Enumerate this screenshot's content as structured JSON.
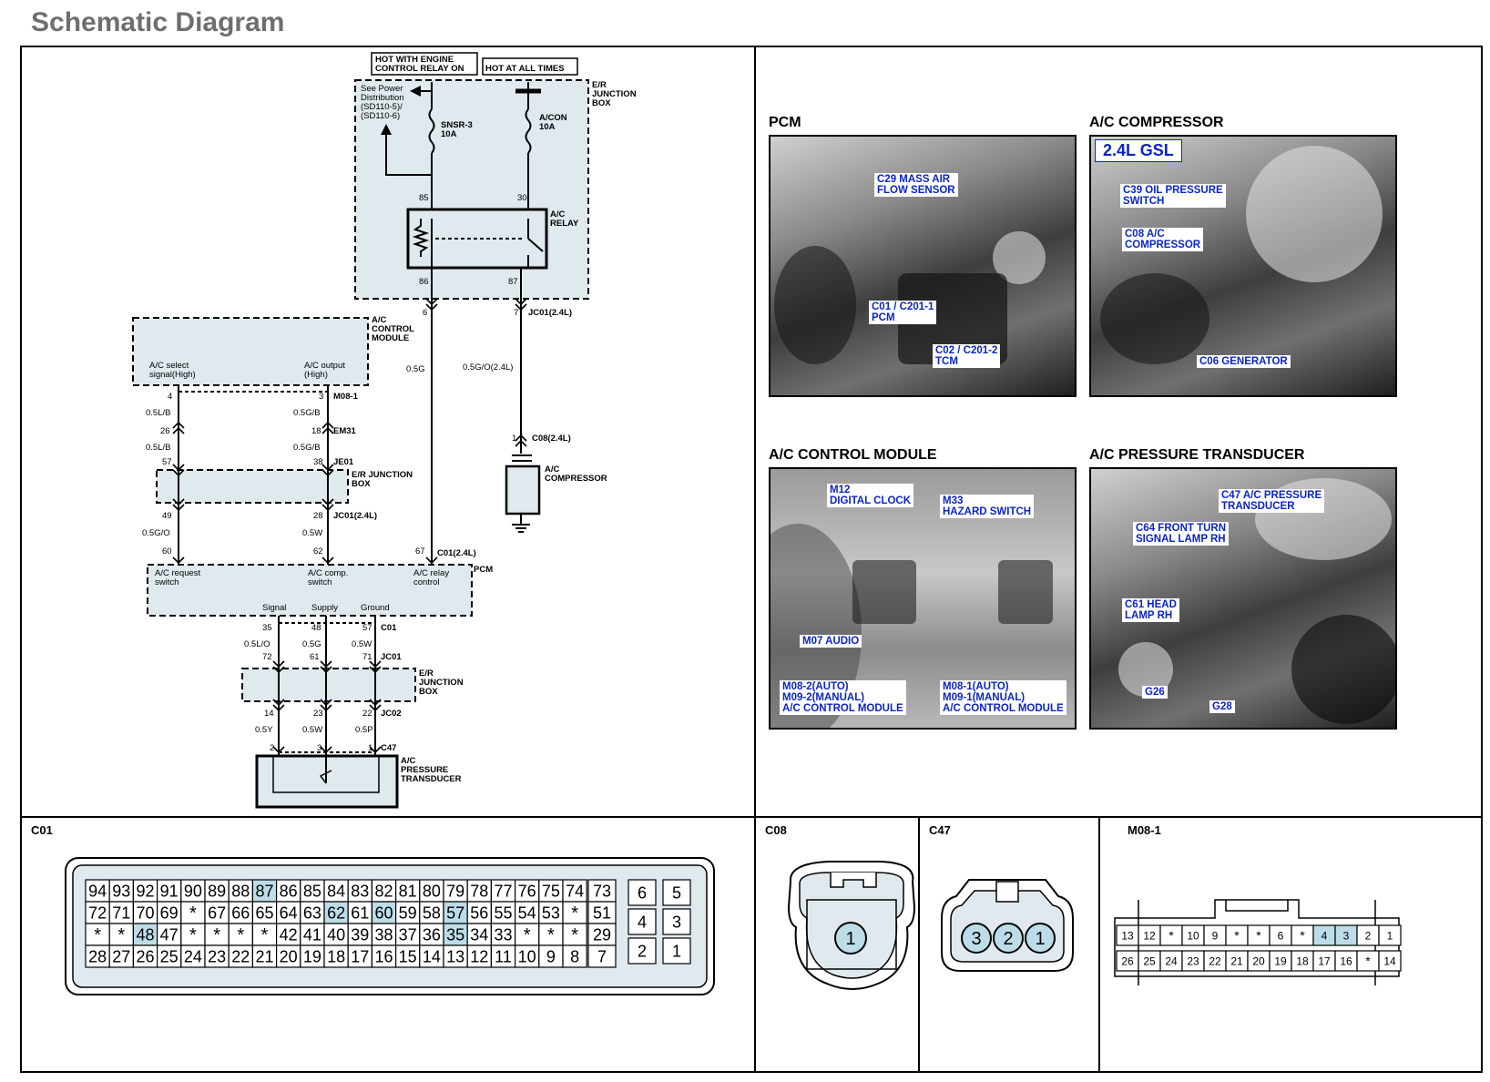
{
  "page": {
    "title": "Schematic Diagram"
  },
  "colors": {
    "shaded": "#dfe9ee",
    "pin_highlight": "#bcdde8",
    "callout_text": "#0b24c8"
  },
  "schematic": {
    "power_labels": [
      "HOT WITH ENGINE\nCONTROL RELAY ON",
      "HOT AT ALL TIMES"
    ],
    "junction_box_label": "E/R\nJUNCTION\nBOX",
    "see_power_note": "See Power\nDistribution\n(SD110-5)/\n(SD110-6)",
    "fuses": [
      "SNSR-3\n10A",
      "A/CON\n10A"
    ],
    "relay_label": "A/C\nRELAY",
    "relay_pins": [
      "85",
      "30",
      "86",
      "87"
    ],
    "control_module_label": "A/C\nCONTROL\nMODULE",
    "control_module_terminals": [
      "A/C select\nsignal(High)",
      "A/C output\n(High)"
    ],
    "pcm_label": "PCM",
    "pcm_terminals": [
      "A/C request\nswitch",
      "A/C comp.\nswitch",
      "A/C relay\ncontrol"
    ],
    "compressor_label": "A/C\nCOMPRESSOR",
    "er_junction_box_label": "E/R JUNCTION\nBOX",
    "er_junction_box_label2": "E/R\nJUNCTION\nBOX",
    "transducer_label": "A/C\nPRESSURE\nTRANSDUCER",
    "transducer_terminals": [
      "Signal",
      "Supply",
      "Ground"
    ],
    "connector_tags": [
      "M08-1",
      "EM31",
      "JE01",
      "JC01(2.4L)",
      "C01(2.4L)",
      "JC01(2.4L)",
      "C08(2.4L)",
      "C01",
      "JC01",
      "JC02",
      "C47"
    ],
    "wire_colors": [
      "0.5G",
      "0.5G/O(2.4L)",
      "0.5L/B",
      "0.5L/B",
      "0.5G/B",
      "0.5G/B",
      "0.5G/O",
      "0.5W",
      "0.5L/O",
      "0.5G",
      "0.5W",
      "0.5Y",
      "0.5W",
      "0.5P"
    ],
    "pin_numbers": [
      "6",
      "7",
      "4",
      "3",
      "26",
      "18",
      "57",
      "38",
      "49",
      "28",
      "60",
      "62",
      "67",
      "1",
      "35",
      "48",
      "57",
      "72",
      "61",
      "71",
      "14",
      "23",
      "22",
      "2",
      "3",
      "1"
    ]
  },
  "photos": [
    {
      "title": "PCM",
      "callouts": [
        "C29 MASS AIR\nFLOW SENSOR",
        "C01 / C201-1\nPCM",
        "C02 / C201-2\nTCM"
      ]
    },
    {
      "title": "A/C COMPRESSOR",
      "badge": "2.4L GSL",
      "callouts": [
        "C39 OIL PRESSURE\nSWITCH",
        "C08 A/C\nCOMPRESSOR",
        "C06 GENERATOR"
      ]
    },
    {
      "title": "A/C CONTROL MODULE",
      "callouts": [
        "M12\nDIGITAL CLOCK",
        "M33\nHAZARD SWITCH",
        "M07 AUDIO",
        "M08-2(AUTO)\nM09-2(MANUAL)\nA/C CONTROL MODULE",
        "M08-1(AUTO)\nM09-1(MANUAL)\nA/C CONTROL MODULE"
      ]
    },
    {
      "title": "A/C PRESSURE TRANSDUCER",
      "callouts": [
        "C47 A/C PRESSURE\nTRANSDUCER",
        "C64 FRONT TURN\nSIGNAL LAMP RH",
        "C61 HEAD\nLAMP RH",
        "G26",
        "G28"
      ]
    }
  ],
  "connectors": {
    "c01": {
      "label": "C01",
      "rows": [
        [
          "94",
          "93",
          "92",
          "91",
          "90",
          "89",
          "88",
          "87",
          "86",
          "85",
          "84",
          "83",
          "82",
          "81",
          "80",
          "79",
          "78",
          "77",
          "76",
          "75",
          "74"
        ],
        [
          "72",
          "71",
          "70",
          "69",
          "*",
          "67",
          "66",
          "65",
          "64",
          "63",
          "62",
          "61",
          "60",
          "59",
          "58",
          "57",
          "56",
          "55",
          "54",
          "53",
          "*"
        ],
        [
          "*",
          "*",
          "48",
          "47",
          "*",
          "*",
          "*",
          "*",
          "42",
          "41",
          "40",
          "39",
          "38",
          "37",
          "36",
          "35",
          "34",
          "33",
          "*",
          "*",
          "*"
        ],
        [
          "28",
          "27",
          "26",
          "25",
          "24",
          "23",
          "22",
          "21",
          "20",
          "19",
          "18",
          "17",
          "16",
          "15",
          "14",
          "13",
          "12",
          "11",
          "10",
          "9",
          "8"
        ]
      ],
      "highlighted": [
        "87",
        "62",
        "60",
        "57",
        "48",
        "35"
      ],
      "side_col": [
        "73",
        "51",
        "29",
        "7"
      ],
      "block": [
        [
          "6",
          "5"
        ],
        [
          "4",
          "3"
        ],
        [
          "2",
          "1"
        ]
      ]
    },
    "c08": {
      "label": "C08",
      "pins": [
        "1"
      ]
    },
    "c47": {
      "label": "C47",
      "pins": [
        "3",
        "2",
        "1"
      ]
    },
    "m08_1": {
      "label": "M08-1",
      "top_row": [
        "13",
        "12",
        "*",
        "10",
        "9",
        "*",
        "*",
        "6",
        "*",
        "4",
        "3",
        "2",
        "1"
      ],
      "bottom_row": [
        "26",
        "25",
        "24",
        "23",
        "22",
        "21",
        "20",
        "19",
        "18",
        "17",
        "16",
        "*",
        "14"
      ],
      "highlighted": [
        "4",
        "3"
      ]
    }
  }
}
